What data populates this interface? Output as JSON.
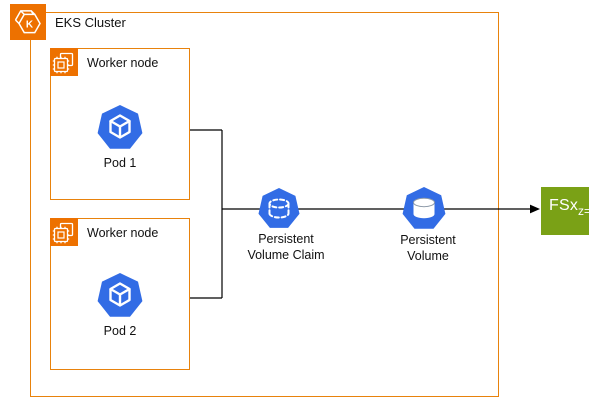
{
  "cluster": {
    "label": "EKS Cluster",
    "icon_letter": "K"
  },
  "worker_nodes": [
    {
      "label": "Worker node"
    },
    {
      "label": "Worker node"
    }
  ],
  "pods": [
    {
      "label": "Pod 1"
    },
    {
      "label": "Pod 2"
    }
  ],
  "pvc": {
    "label": "Persistent\nVolume Claim"
  },
  "pv": {
    "label": "Persistent\nVolume"
  },
  "fsx": {
    "label": "FSx",
    "variant": "z="
  },
  "colors": {
    "aws_orange": "#ED7100",
    "group_border_orange": "#E8820C",
    "kubernetes_blue": "#326CE5",
    "fsx_green": "#7AA116",
    "connector": "#000000"
  }
}
